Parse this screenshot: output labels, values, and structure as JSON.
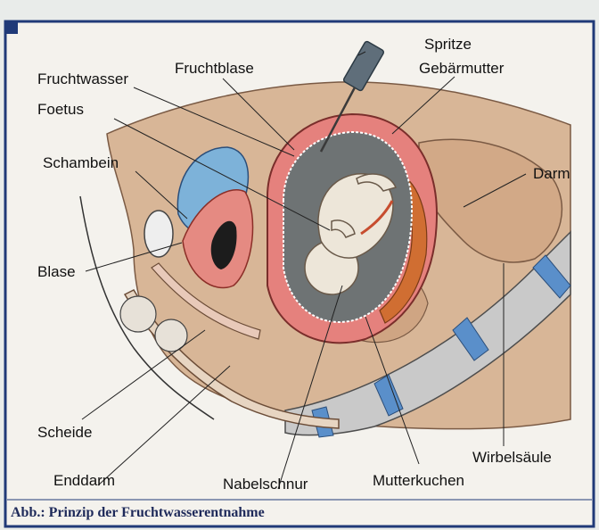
{
  "figure": {
    "labels": {
      "spritze": "Spritze",
      "fruchtblase": "Fruchtblase",
      "gebaermutter": "Gebärmutter",
      "fruchtwasser": "Fruchtwasser",
      "foetus": "Foetus",
      "schambein": "Schambein",
      "darm": "Darm",
      "blase": "Blase",
      "scheide": "Scheide",
      "enddarm": "Enddarm",
      "nabelschnur": "Nabelschnur",
      "mutterkuchen": "Mutterkuchen",
      "wirbelsaeule": "Wirbelsäule"
    },
    "caption": "Abb.: Prinzip der Fruchtwasserentnahme"
  },
  "colors": {
    "frame": "#203a78",
    "panel": "#f3f1ec",
    "body_tissue": "#d9b89a",
    "uterus": "#e37c78",
    "amniotic_fluid": "#6f7475",
    "bladder": "#7fb3da",
    "spine_bone": "#c7c8c8",
    "disc": "#5b8fc9"
  }
}
